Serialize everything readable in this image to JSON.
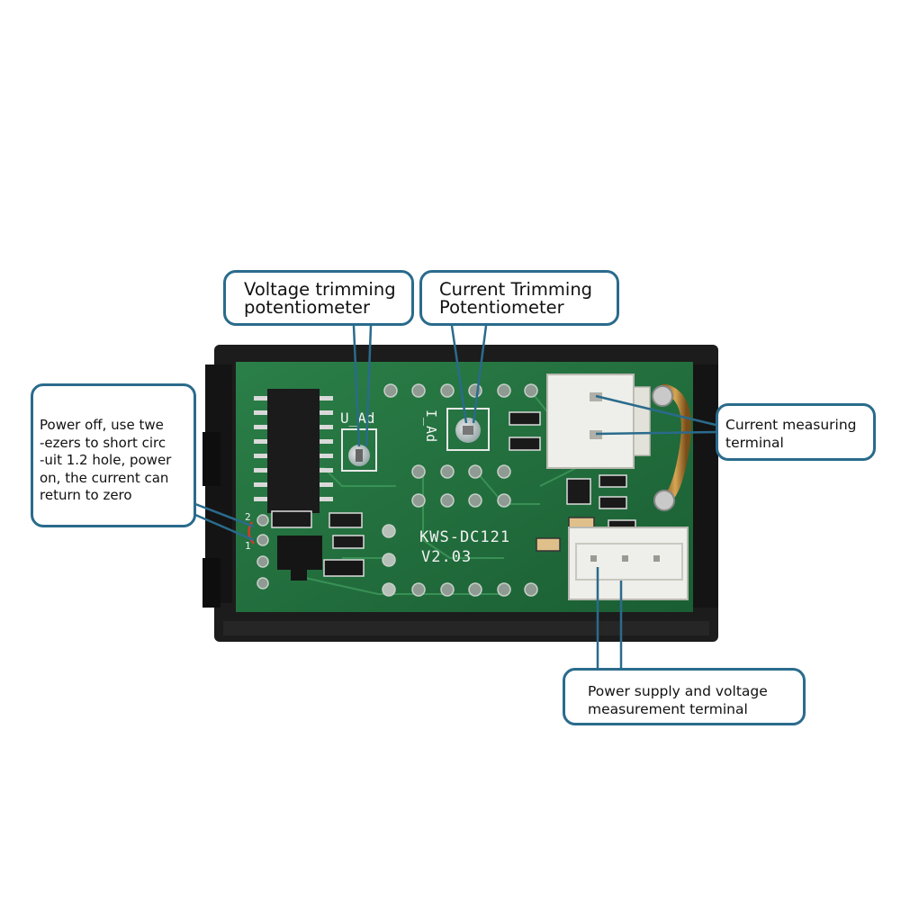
{
  "callouts": {
    "voltage_trimming": {
      "lines": [
        "Voltage trimming",
        "potentiometer"
      ]
    },
    "current_trimming": {
      "lines": [
        "Current Trimming",
        "Potentiometer"
      ]
    },
    "power_off": {
      "lines": [
        "Power off, use twe",
        "-ezers to short circ",
        "-uit 1.2 hole, power",
        "on, the current can",
        "return to zero"
      ]
    },
    "current_measuring": {
      "lines": [
        "Current measuring",
        "terminal"
      ]
    },
    "power_supply": {
      "lines": [
        "Power supply and voltage",
        "measurement terminal"
      ]
    }
  },
  "pcb": {
    "model": "KWS-DC121",
    "version": "V2.03",
    "label_voltage_adj": "U_Ad",
    "label_current_adj": "I_Ad",
    "pin_labels": [
      "2",
      "1"
    ]
  },
  "colors": {
    "callout_border": "#2a6b8c",
    "pcb_green": "#1f6b3a",
    "housing": "#1c1c1c",
    "connector": "#eeeeea"
  }
}
